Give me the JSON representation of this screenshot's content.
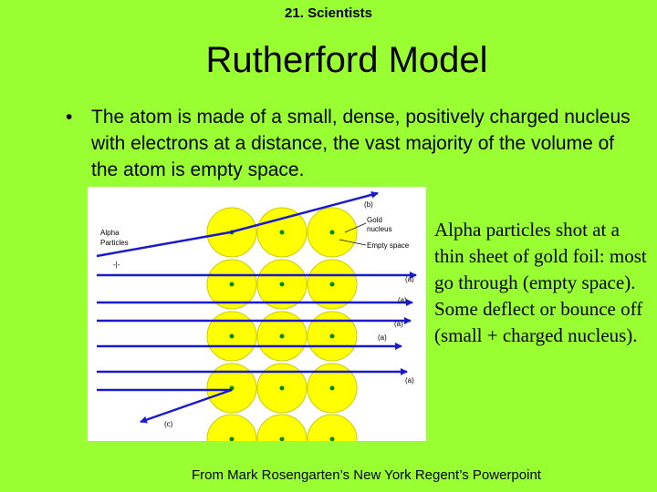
{
  "slide": {
    "header": "21. Scientists",
    "title": "Rutherford Model",
    "bullet_symbol": "•",
    "bullet_text": "The atom is made of a small, dense, positively charged nucleus with electrons at a distance, the vast majority of the volume of the atom is empty space.",
    "caption": "Alpha particles shot at a thin sheet of gold foil:  most go through (empty space).  Some deflect or bounce off (small + charged nucleus).",
    "credit": "From Mark Rosengarten’s New York Regent’s Powerpoint"
  },
  "figure": {
    "labels": {
      "alpha_particles_line1": "Alpha",
      "alpha_particles_line2": "Particles",
      "source_marker": "-|-",
      "path_b": "(b)",
      "gold_nucleus_line1": "Gold",
      "gold_nucleus_line2": "nucleus",
      "empty_space": "Empty space",
      "path_a1": "(a)",
      "path_a2": "(a)",
      "path_a3": "(a)",
      "path_a4": "(a)",
      "path_a5": "(a)",
      "path_c": "(c)"
    },
    "colors": {
      "atom_fill": "#ffff00",
      "atom_outline": "#cccc00",
      "nucleus": "#008800",
      "alpha_path": "#1a1acc",
      "slide_background": "#99ff33"
    }
  }
}
